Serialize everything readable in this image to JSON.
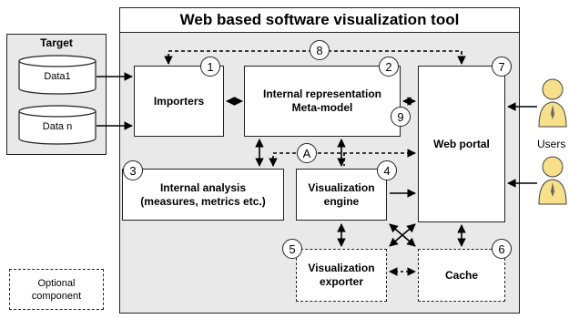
{
  "title": "Web based software visualization tool",
  "target": {
    "title": "Target",
    "data1": "Data1",
    "datan": "Data n"
  },
  "components": {
    "importers": {
      "label": "Importers",
      "number": "1"
    },
    "internal_representation": {
      "label_line1": "Internal representation",
      "label_line2": "Meta-model",
      "number": "2"
    },
    "internal_analysis": {
      "label_line1": "Internal analysis",
      "label_line2": "(measures, metrics etc.)",
      "number": "3"
    },
    "visualization_engine": {
      "label_line1": "Visualization",
      "label_line2": "engine",
      "number": "4"
    },
    "visualization_exporter": {
      "label_line1": "Visualization",
      "label_line2": "exporter",
      "number": "5"
    },
    "cache": {
      "label": "Cache",
      "number": "6"
    },
    "web_portal": {
      "label": "Web portal",
      "number": "7"
    }
  },
  "connectors": {
    "import_to_portal": "8",
    "representation_to_portal": "9",
    "analysis_to_portal": "A"
  },
  "users_label": "Users",
  "legend": {
    "line1": "Optional",
    "line2": "component"
  },
  "icons": [
    "database-icon",
    "user-icon"
  ]
}
